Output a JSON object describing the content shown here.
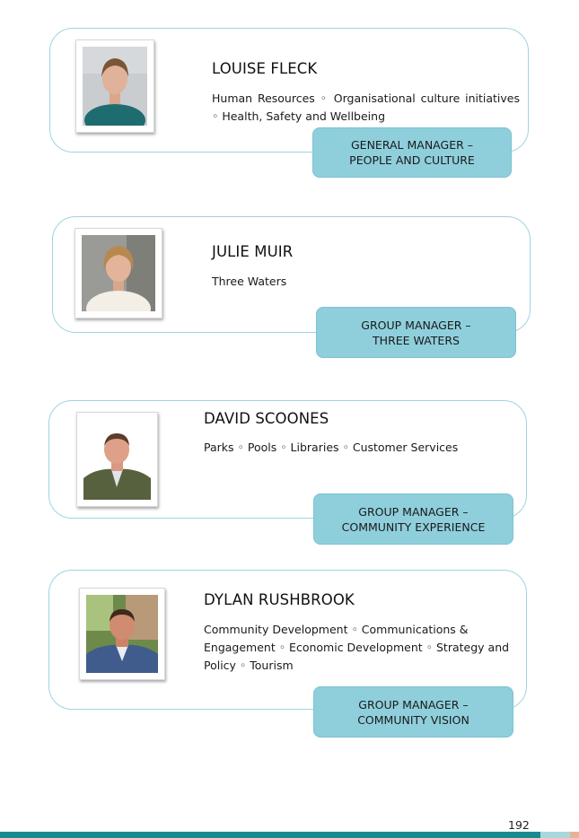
{
  "profiles": [
    {
      "name": "LOUISE FLECK",
      "description": "Human Resources ◦ Organisational culture initiatives ◦ Health, Safety and Wellbeing",
      "role_line1": "GENERAL MANAGER –",
      "role_line2": "PEOPLE AND CULTURE",
      "photo_icon": "portrait-photo"
    },
    {
      "name": "JULIE MUIR",
      "description": "Three Waters",
      "role_line1": "GROUP MANAGER –",
      "role_line2": "THREE WATERS",
      "photo_icon": "portrait-photo"
    },
    {
      "name": "DAVID SCOONES",
      "description": "Parks ◦ Pools ◦ Libraries ◦ Customer Services",
      "role_line1": "GROUP MANAGER –",
      "role_line2": "COMMUNITY EXPERIENCE",
      "photo_icon": "portrait-photo"
    },
    {
      "name": "DYLAN RUSHBROOK",
      "description": "Community Development ◦ Communications & Engagement ◦ Economic Development ◦ Strategy and Policy ◦ Tourism",
      "role_line1": "GROUP MANAGER –",
      "role_line2": "COMMUNITY VISION",
      "photo_icon": "portrait-photo"
    }
  ],
  "page_number": "192",
  "colors": {
    "card_border": "#9fd3e0",
    "role_fill": "#8fcfdc",
    "footer_teal": "#1a8a8f"
  }
}
